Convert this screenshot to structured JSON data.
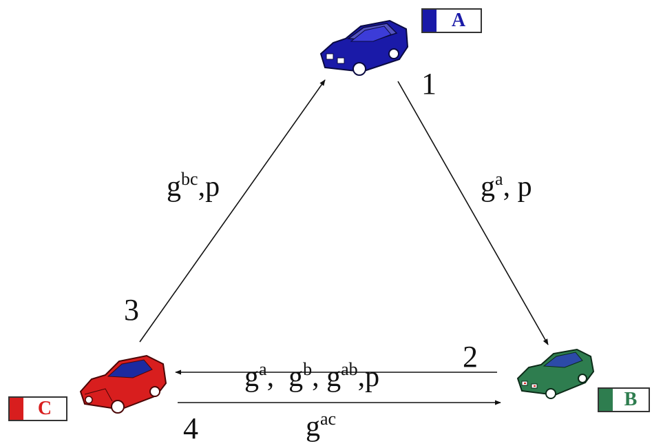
{
  "nodes": {
    "a": {
      "label": "A",
      "color": "#1a1aa8",
      "text_color": "#1a1aa8"
    },
    "b": {
      "label": "B",
      "color": "#2e7d4f",
      "text_color": "#2e7d4f"
    },
    "c": {
      "label": "C",
      "color": "#d81e1e",
      "text_color": "#d81e1e"
    }
  },
  "steps": {
    "s1": "1",
    "s2": "2",
    "s3": "3",
    "s4": "4"
  },
  "messages": {
    "a_to_b": {
      "base": "g",
      "sup": "a",
      "rest": ", p"
    },
    "b_to_c": {
      "t1": "g",
      "s1": "a",
      "t2": ",  g",
      "s2": "b",
      "t3": ", g",
      "s3": "ab",
      "t4": ",p"
    },
    "c_to_a": {
      "base": "g",
      "sup": "bc",
      "rest": ",p"
    },
    "c_to_b": {
      "base": "g",
      "sup": "ac"
    }
  }
}
